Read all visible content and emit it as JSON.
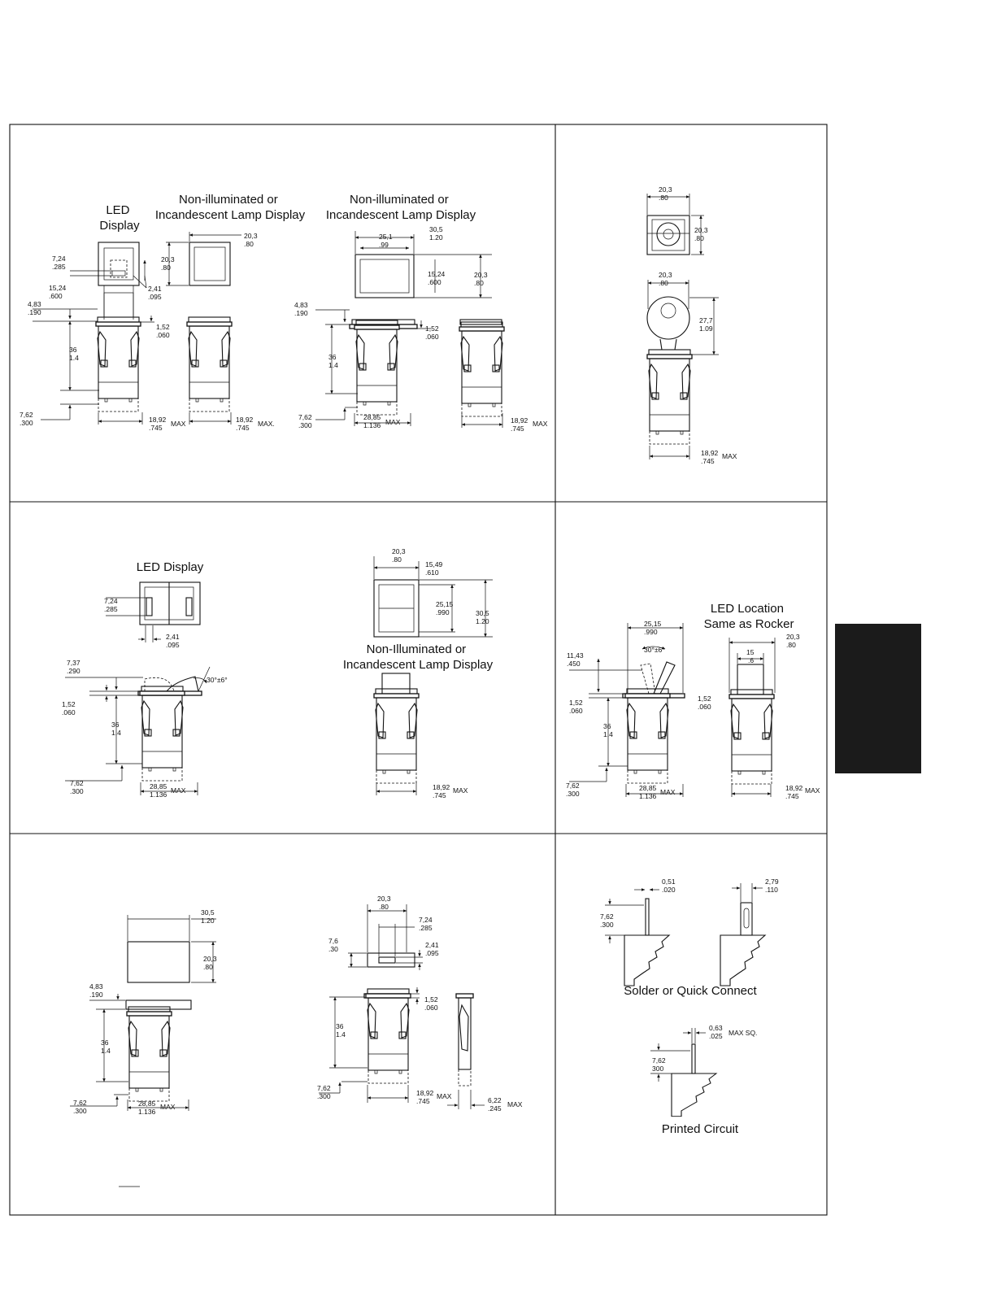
{
  "headings": {
    "led_display": [
      "LED",
      "Display"
    ],
    "nonillum_1": [
      "Non-illuminated or",
      "Incandescent Lamp Display"
    ],
    "nonillum_2": [
      "Non-illuminated or",
      "Incandescent Lamp Display"
    ],
    "led_display_2": "LED Display",
    "nonillum_3": [
      "Non-Illuminated or",
      "Incandescent Lamp Display"
    ],
    "led_location": [
      "LED Location",
      "Same as Rocker"
    ],
    "solder": "Solder or Quick Connect",
    "printed": "Printed Circuit"
  },
  "dims": {
    "p1": {
      "a": [
        "20,3",
        ".80"
      ],
      "b": [
        "7,24",
        ".285"
      ],
      "c": [
        "20,3",
        ".80"
      ],
      "d": [
        "2,41",
        ".095"
      ],
      "e": [
        "15,24",
        ".600"
      ],
      "f": [
        "4,83",
        ".190"
      ],
      "g": [
        "1,52",
        ".060"
      ],
      "h": [
        "36",
        "1.4"
      ],
      "i": [
        "7,62",
        ".300"
      ],
      "j": [
        "18,92",
        ".745"
      ],
      "k": [
        "18,92",
        ".745"
      ],
      "l": [
        "30,5",
        "1.20"
      ],
      "m": [
        "25,1",
        ".99"
      ],
      "n": [
        "15,24",
        ".600"
      ],
      "o": [
        "20,3",
        ".80"
      ],
      "p": [
        "4,83",
        ".190"
      ],
      "q": [
        "1,52",
        ".060"
      ],
      "r": [
        "36",
        "1.4"
      ],
      "s": [
        "7,62",
        ".300"
      ],
      "t": [
        "28,85",
        "1.136"
      ],
      "u": [
        "18,92",
        ".745"
      ],
      "max": "MAX",
      "max_dot": "MAX."
    },
    "p2": {
      "a": [
        "20,3",
        ".80"
      ],
      "b": [
        "20,3",
        ".80"
      ],
      "c": [
        "20,3",
        ".80"
      ],
      "d": [
        "27,7",
        "1.09"
      ],
      "e": [
        "18,92",
        ".745"
      ],
      "max": "MAX"
    },
    "p3": {
      "a": [
        "7,24",
        ".285"
      ],
      "b": [
        "2,41",
        ".095"
      ],
      "c": [
        "7,37",
        ".290"
      ],
      "ang": "30°±6°",
      "d": [
        "1,52",
        ".060"
      ],
      "e": [
        "36",
        "1.4"
      ],
      "f": [
        "7,62",
        ".300"
      ],
      "g": [
        "28,85",
        "1.136"
      ],
      "h": [
        "20,3",
        ".80"
      ],
      "i": [
        "15,49",
        ".610"
      ],
      "j": [
        "25,15",
        ".990"
      ],
      "k": [
        "30,5",
        "1.20"
      ],
      "l": [
        "18,92",
        ".745"
      ],
      "max": "MAX"
    },
    "p4": {
      "a": [
        "25,15",
        ".990"
      ],
      "ang": "30°±6°",
      "b": [
        "11,43",
        ".450"
      ],
      "c": [
        "1,52",
        ".060"
      ],
      "d": [
        "36",
        "1.4"
      ],
      "e": [
        "7,62",
        ".300"
      ],
      "f": [
        "28,85",
        "1.136"
      ],
      "g": [
        "15",
        ".6"
      ],
      "h": [
        "20,3",
        ".80"
      ],
      "i": [
        "1,52",
        ".060"
      ],
      "j": [
        "18,92",
        ".745"
      ],
      "max": "MAX"
    },
    "p5": {
      "a": [
        "30,5",
        "1.20"
      ],
      "b": [
        "20,3",
        ".80"
      ],
      "c": [
        "4,83",
        ".190"
      ],
      "d": [
        "36",
        "1.4"
      ],
      "e": [
        "7,62",
        ".300"
      ],
      "f": [
        "28,85",
        "1.136"
      ],
      "g": [
        "20,3",
        ".80"
      ],
      "h": [
        "7,24",
        ".285"
      ],
      "i": [
        "7,6",
        ".30"
      ],
      "j": [
        "2,41",
        ".095"
      ],
      "k": [
        "36",
        "1.4"
      ],
      "l": [
        "1,52",
        ".060"
      ],
      "m": [
        "7,62",
        ".300"
      ],
      "n": [
        "18,92",
        ".745"
      ],
      "o": [
        "6,22",
        ".245"
      ],
      "max": "MAX"
    },
    "p6": {
      "a": [
        "0,51",
        ".020"
      ],
      "b": [
        "7,62",
        ".300"
      ],
      "c": [
        "2,79",
        ".110"
      ],
      "d": [
        "0,63",
        ".025"
      ],
      "e": [
        "7,62",
        "300"
      ],
      "max_sq": "MAX SQ."
    }
  }
}
